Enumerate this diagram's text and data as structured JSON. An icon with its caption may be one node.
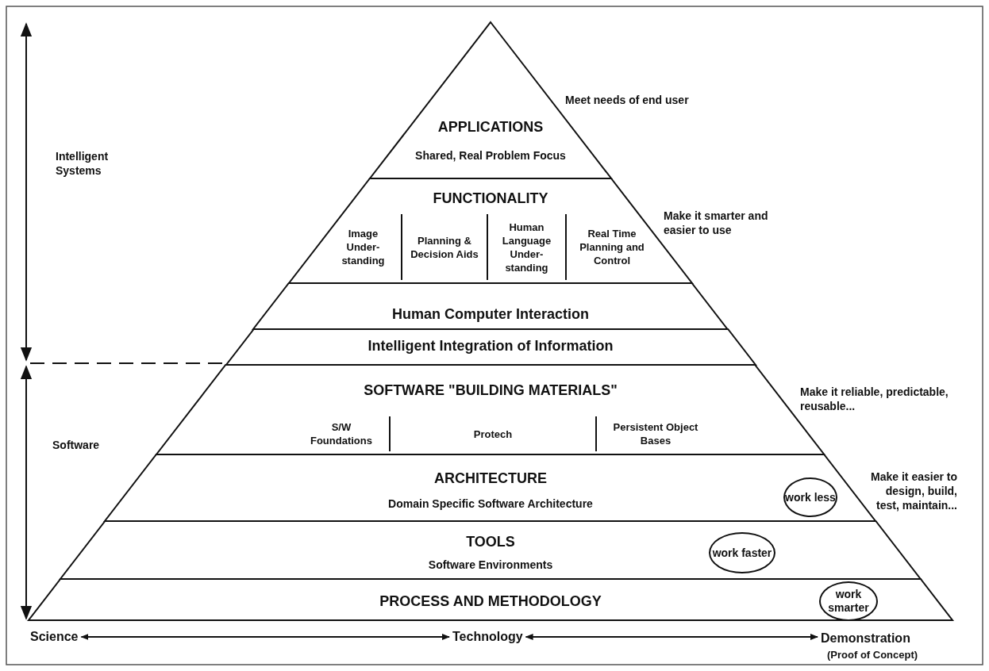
{
  "diagram": {
    "nodes": [
      {
        "text": [
          "APPLICATIONS",
          "Shared, Real Problem Focus"
        ]
      },
      {
        "text": [
          "FUNCTIONALITY"
        ]
      },
      {
        "text": [
          "Image Under- standing"
        ],
        "in": 1
      },
      {
        "text": [
          "Planning & Decision Aids"
        ],
        "in": 1
      },
      {
        "text": [
          "Human Language Under- standing"
        ],
        "in": 1
      },
      {
        "text": [
          "Real Time Planning and Control"
        ],
        "in": 1
      },
      {
        "text": [
          "Human Computer Interaction"
        ]
      },
      {
        "text": [
          "Intelligent Integration of Information"
        ]
      },
      {
        "text": [
          "SOFTWARE \"BUILDING MATERIALS\""
        ]
      },
      {
        "text": [
          "S/W Foundations"
        ],
        "in": 8
      },
      {
        "text": [
          "Protech"
        ],
        "in": 8
      },
      {
        "text": [
          "Persistent Object Bases"
        ],
        "in": 8
      },
      {
        "text": [
          "ARCHITECTURE",
          "Domain Specific Software Architecture"
        ]
      },
      {
        "text": [
          "work less"
        ],
        "in": 12
      },
      {
        "text": [
          "TOOLS",
          "Software Environments"
        ]
      },
      {
        "text": [
          "work faster"
        ],
        "in": 14
      },
      {
        "text": [
          "PROCESS AND METHODOLOGY"
        ]
      },
      {
        "text": [
          "work smarter"
        ],
        "in": 16
      },
      {
        "text": [
          "Science"
        ]
      },
      {
        "text": [
          "Technology"
        ]
      },
      {
        "text": [
          "Demonstration",
          "(Proof of Concept)"
        ]
      }
    ],
    "edges": [
      {
        "from": 18,
        "to": 19,
        "arrow": "both"
      },
      {
        "from": 19,
        "to": 20,
        "arrow": "both"
      }
    ],
    "labels": [
      "Meet needs of end user",
      "Intelligent Systems",
      "Make it smarter and easier to use",
      "Make it reliable, predictable, reusable...",
      "Software",
      "Make it easier to design, build, test, maintain..."
    ]
  }
}
